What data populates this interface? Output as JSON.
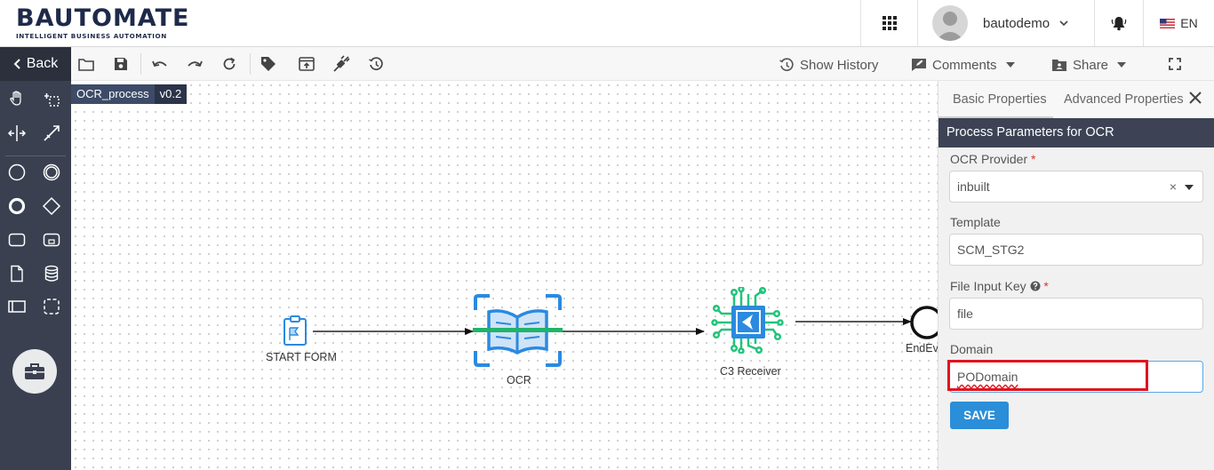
{
  "brand": {
    "name": "BAUTOMATE",
    "tagline": "INTELLIGENT BUSINESS AUTOMATION"
  },
  "header": {
    "username": "bautodemo",
    "language": "EN"
  },
  "palette": {
    "back_label": "Back"
  },
  "toolbar": {
    "show_history": "Show History",
    "comments": "Comments",
    "share": "Share"
  },
  "process": {
    "name": "OCR_process",
    "version": "v0.2"
  },
  "diagram": {
    "nodes": [
      {
        "label": "START FORM",
        "icon": "form-icon"
      },
      {
        "label": "OCR",
        "icon": "book-scan-icon"
      },
      {
        "label": "C3 Receiver",
        "icon": "chip-receiver-icon"
      },
      {
        "label": "EndEve",
        "icon": "end-event-icon"
      }
    ]
  },
  "panel": {
    "tabs": [
      "Basic Properties",
      "Advanced Properties"
    ],
    "title": "Process Parameters for OCR",
    "fields": {
      "ocr_provider": {
        "label": "OCR Provider",
        "required": "*",
        "value": "inbuilt"
      },
      "template": {
        "label": "Template",
        "value": "SCM_STG2"
      },
      "file_input_key": {
        "label": "File Input Key",
        "required": "*",
        "value": "file"
      },
      "domain": {
        "label": "Domain",
        "value": "PODomain"
      }
    },
    "save_label": "SAVE"
  },
  "colors": {
    "accent": "#2b8ed8",
    "panel_header": "#3d4355",
    "palette_bg": "#3a4050",
    "highlight": "#e0141e",
    "node_blue": "#2a8ae0",
    "node_green": "#21c47a"
  }
}
